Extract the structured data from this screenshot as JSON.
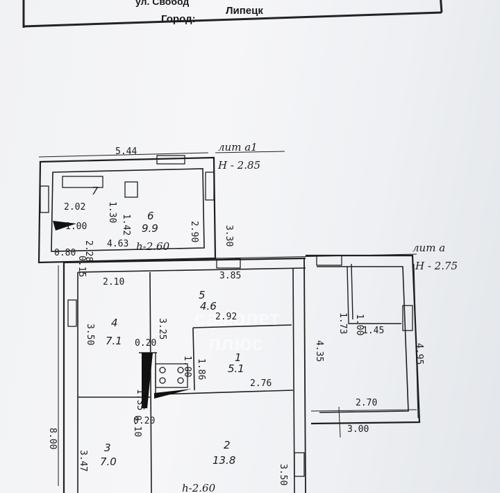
{
  "header": {
    "street_prefix": "ул. Свобод",
    "city_label": "Город:",
    "city_value": "Липецк"
  },
  "plan": {
    "block_top": {
      "title": "лит а1",
      "height": "Н - 2.85"
    },
    "block_right": {
      "title": "лит а",
      "height": "Н - 2.75"
    },
    "ceiling_6": "h-2.60",
    "ceiling_main": "h-2.60",
    "rooms": [
      {
        "number": "6",
        "area": "9.9"
      },
      {
        "number": "7",
        "area": ""
      },
      {
        "number": "5",
        "area": "4.6"
      },
      {
        "number": "4",
        "area": "7.1"
      },
      {
        "number": "1",
        "area": "5.1"
      },
      {
        "number": "3",
        "area": "7.0"
      },
      {
        "number": "2",
        "area": "13.8"
      }
    ],
    "dimensions": {
      "d544": "5.44",
      "d330": "3.30",
      "d290": "2.90",
      "d202": "2.02",
      "d130": "1.30",
      "d142": "1.42",
      "d100a": "1.00",
      "d228": "2.28",
      "d080": "0.80",
      "d015": "0.15",
      "d463": "4.63",
      "d210": "2.10",
      "d385": "3.85",
      "d350a": "3.50",
      "d325": "3.25",
      "d292": "2.92",
      "d435": "4.35",
      "d173": "1.73",
      "d100b": "1.00",
      "d145": "1.45",
      "d495": "4.95",
      "d020a": "0.20",
      "d100c": "1.00",
      "d186": "1.86",
      "d135": "1.35",
      "d276": "2.76",
      "d270": "2.70",
      "d300": "3.00",
      "d800": "8.00",
      "d347": "3.47",
      "d020b": "0.20",
      "d010": "0.10",
      "d350b": "3.50"
    },
    "watermark": {
      "line1": "самолет",
      "line2": "плюс"
    }
  }
}
